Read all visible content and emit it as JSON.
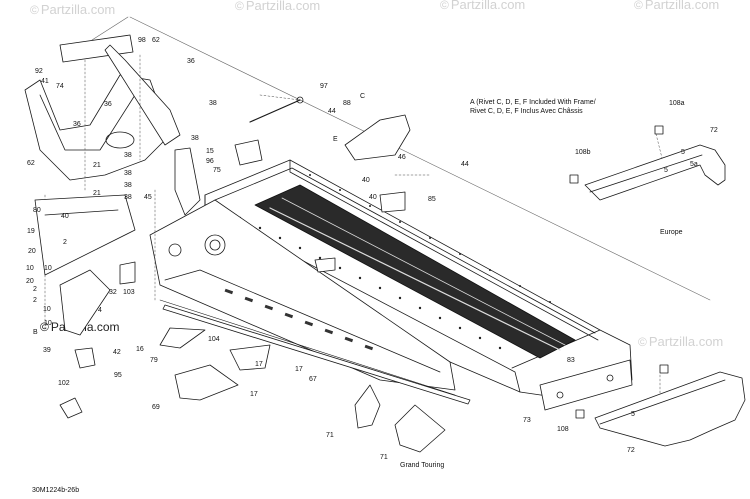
{
  "watermark": {
    "text": "Partzilla.com",
    "copyright": "©",
    "color": "#d2d2d2"
  },
  "callouts": {
    "c1": "98",
    "c2": "62",
    "c3": "92",
    "c4": "41",
    "c5": "74",
    "c6": "36",
    "c7": "36",
    "c8": "38",
    "c9": "36",
    "c10": "62",
    "c11": "38",
    "c12": "38",
    "c13": "38",
    "c14": "21",
    "c15": "38",
    "c16": "38",
    "c17": "80",
    "c18": "40",
    "c19": "21",
    "c20": "15",
    "c21": "96",
    "c22": "75",
    "c23": "97",
    "c24": "88",
    "c25": "44",
    "c26": "C",
    "c27": "E",
    "c28": "46",
    "c29": "44",
    "c30": "40",
    "c31": "40",
    "c32": "85",
    "c33": "45",
    "c34": "19",
    "c35": "2",
    "c36": "20",
    "c37": "10",
    "c38": "10",
    "c39": "20",
    "c40": "2",
    "c41": "32",
    "c42": "103",
    "c43": "4",
    "c44": "B",
    "c45": "2",
    "c46": "10",
    "c47": "10",
    "c48": "39",
    "c49": "42",
    "c50": "95",
    "c51": "102",
    "c52": "16",
    "c53": "79",
    "c54": "104",
    "c55": "17",
    "c56": "17",
    "c57": "17",
    "c58": "67",
    "c59": "69",
    "c60": "83",
    "c61": "73",
    "c62": "71",
    "c63": "71",
    "c64": "108a",
    "c65": "72",
    "c66": "108b",
    "c67": "5",
    "c68": "5a",
    "c69": "5",
    "c70": "72",
    "c71": "5",
    "c72": "108"
  },
  "note": {
    "line1": "A (Rivet C, D, E, F Included With Frame/",
    "line2": "Rivet C, D, E, F Inclus Avec Châssis"
  },
  "labels": {
    "europe": "Europe",
    "grand_touring": "Grand Touring"
  },
  "footer": {
    "code": "30M1224b-26b"
  }
}
